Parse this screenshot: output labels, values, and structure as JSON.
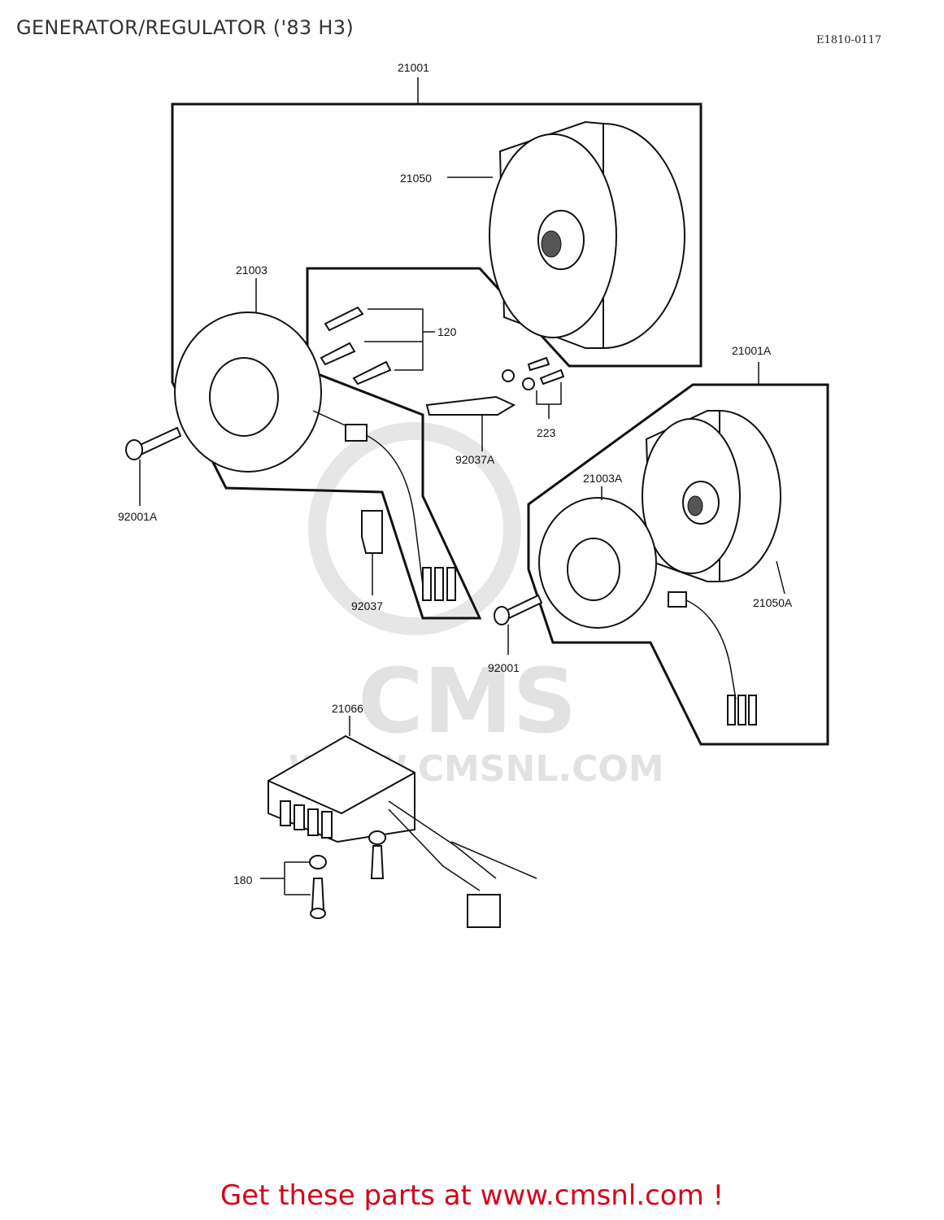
{
  "title": "GENERATOR/REGULATOR ('83 H3)",
  "drawing_code": "E1810-0117",
  "watermark": {
    "brand": "CMS",
    "url": "WWW.CMSNL.COM"
  },
  "footer": {
    "link_text": "Get these parts at www.cmsnl.com !"
  },
  "parts": [
    {
      "id": "21001"
    },
    {
      "id": "21050"
    },
    {
      "id": "21003"
    },
    {
      "id": "120"
    },
    {
      "id": "21001A"
    },
    {
      "id": "223"
    },
    {
      "id": "92037A"
    },
    {
      "id": "21003A"
    },
    {
      "id": "92001A"
    },
    {
      "id": "92037"
    },
    {
      "id": "21050A"
    },
    {
      "id": "92001"
    },
    {
      "id": "21066"
    },
    {
      "id": "180"
    }
  ],
  "colors": {
    "footer": "#d6001c",
    "lines": "#111111",
    "watermark": "#e2e2e2"
  }
}
